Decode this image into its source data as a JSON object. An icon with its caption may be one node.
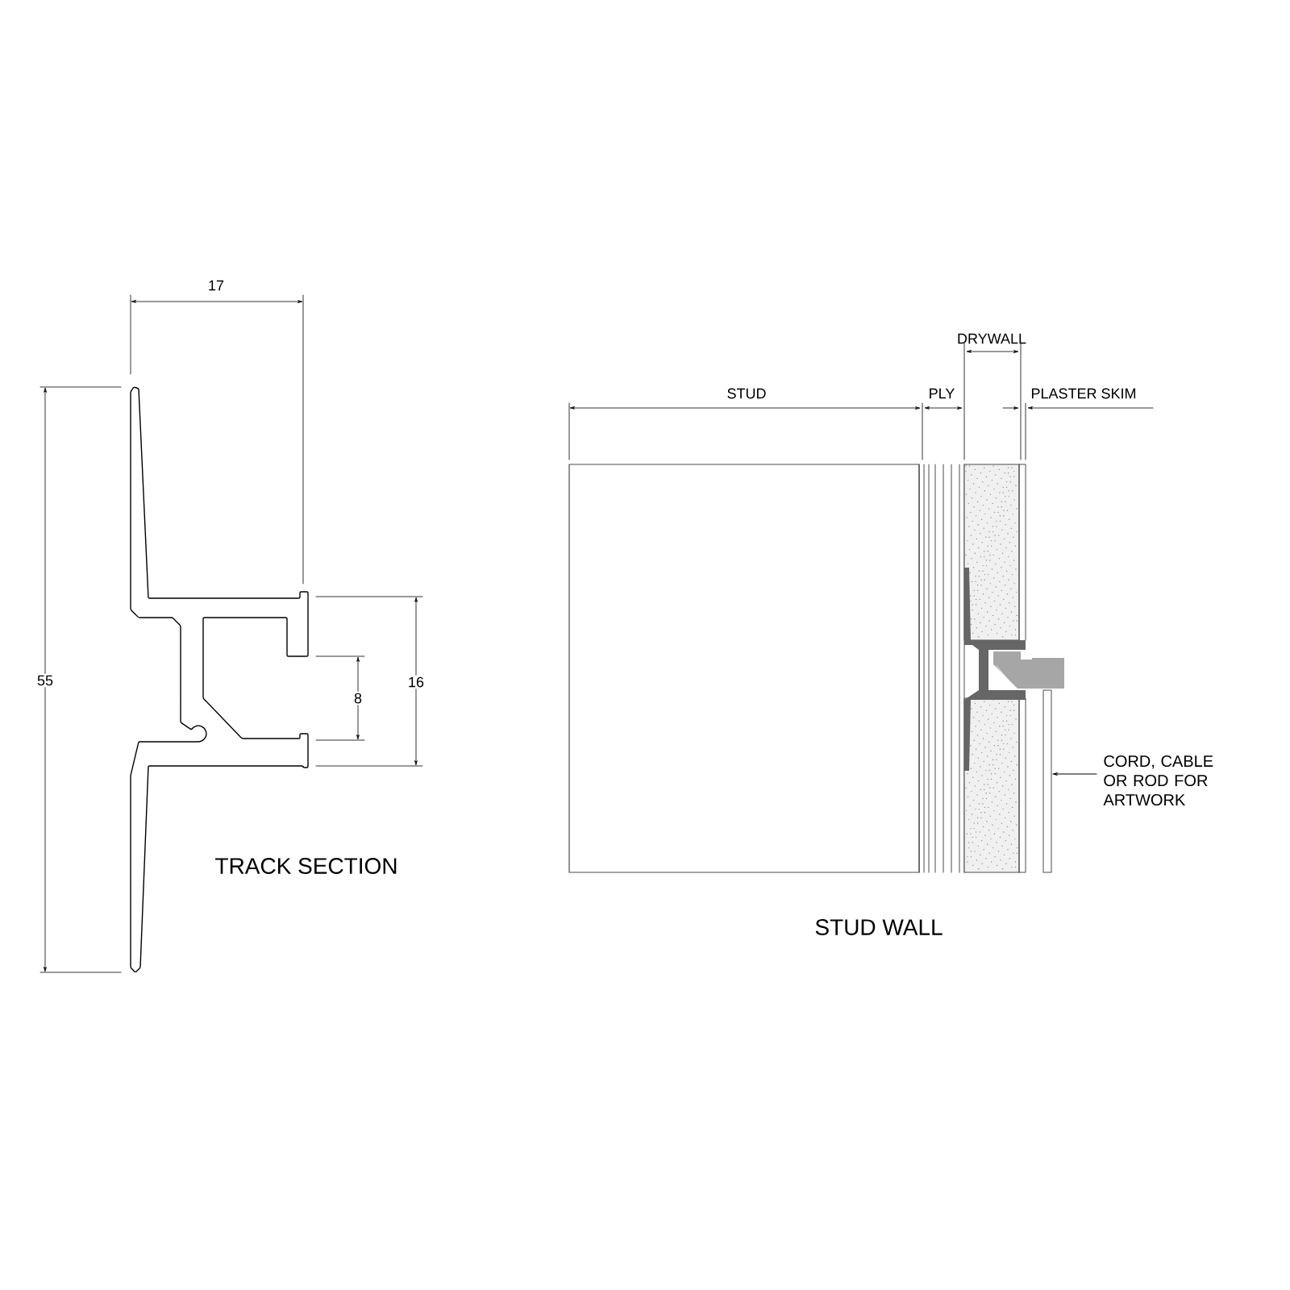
{
  "diagram": {
    "nodes": [
      {
        "text": [
          "CORD, CABLE OR ROD FOR ARTWORK"
        ]
      },
      {
        "text": [],
        "shape": "bar"
      }
    ],
    "edges": [
      {
        "from": 0,
        "to": 1,
        "arrow": "to"
      }
    ],
    "labels": [
      "17",
      "DRYWALL",
      "STUD",
      "PLY",
      "PLASTER SKIM",
      "16",
      "55",
      "8",
      "TRACK SECTION",
      "STUD WALL"
    ]
  }
}
